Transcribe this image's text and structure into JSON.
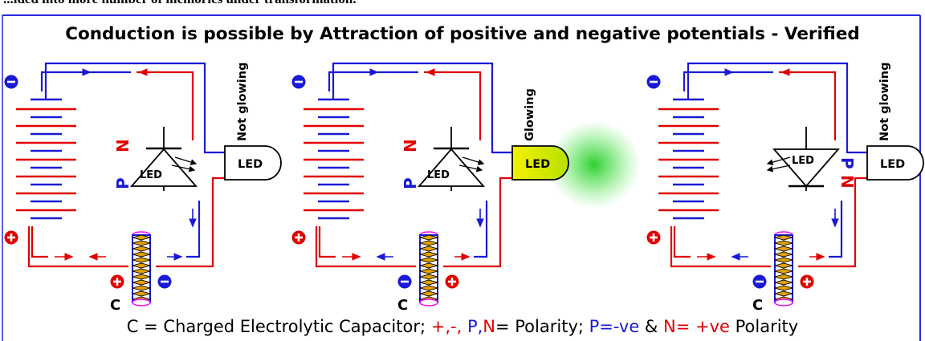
{
  "header_clip": "...ided into more number of memories under transformation.",
  "title": "Conduction is possible by Attraction of positive and negative potentials  - Verified",
  "panels": [
    {
      "status": "Not glowing",
      "led_box_label": "LED",
      "symbol_label": "LED",
      "top_letter": "N",
      "bottom_letter": "P",
      "cap_label": "C",
      "glowing": false
    },
    {
      "status": "Glowing",
      "led_box_label": "LED",
      "symbol_label": "LED",
      "top_letter": "N",
      "bottom_letter": "P",
      "cap_label": "C",
      "glowing": true
    },
    {
      "status": "Not glowing",
      "led_box_label": "LED",
      "symbol_label": "LED",
      "top_letter": "P",
      "bottom_letter": "N",
      "cap_label": "C",
      "glowing": false
    }
  ],
  "caption": {
    "part1": "C = Charged Electrolytic Capacitor;  ",
    "part2": "+,-, ",
    "part3": "P,",
    "part4": "N",
    "part5": "= Polarity; ",
    "part6": "P=-ve",
    "part7": " & ",
    "part8": "N=",
    "part9": " +ve",
    "part10": " Polarity"
  },
  "colors": {
    "positive": "#e00000",
    "negative": "#1a1ad6",
    "frame": "#2a2ae0",
    "led_glow": "#22cc22",
    "led_lit_fill": "#e8ee00"
  }
}
